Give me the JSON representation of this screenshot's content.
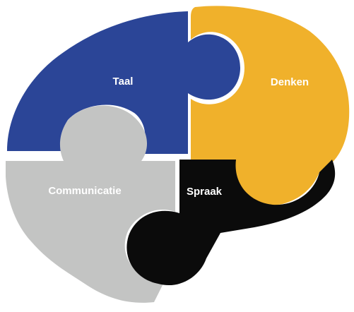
{
  "pieces": {
    "taal": {
      "label": "Taal",
      "color": "#2b4597",
      "text_color": "#ffffff"
    },
    "denken": {
      "label": "Denken",
      "color": "#f0b12b",
      "text_color": "#ffffff"
    },
    "communicatie": {
      "label": "Communicatie",
      "color": "#c3c4c3",
      "text_color": "#ffffff"
    },
    "spraak": {
      "label": "Spraak",
      "color": "#0b0b0b",
      "text_color": "#ffffff"
    }
  }
}
